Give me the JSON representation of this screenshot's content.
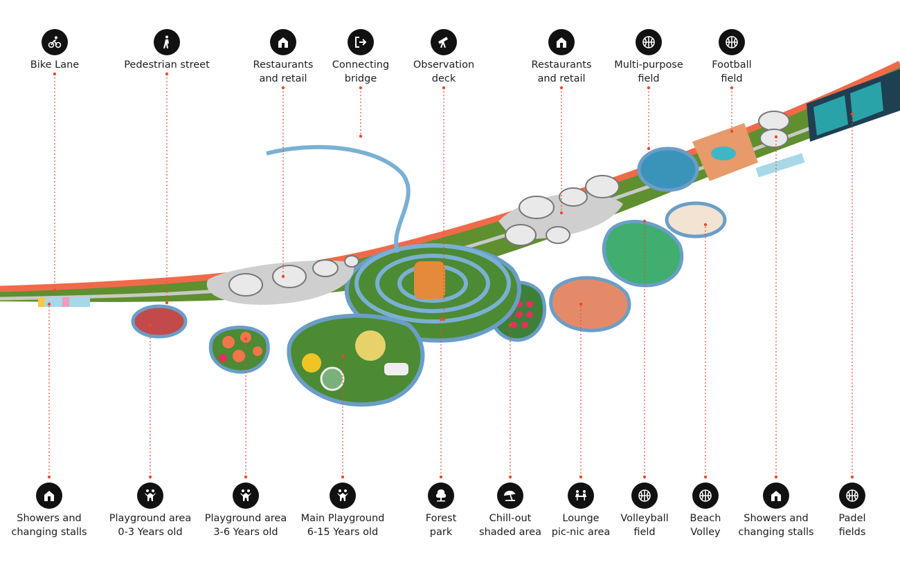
{
  "colors": {
    "accent": "#e84a2e",
    "path": "#f06a4a",
    "grass": "#5f8f2f",
    "boardwalk": "#6a9ec7",
    "water": "#4fb3d8",
    "icon": "#111111"
  },
  "top_labels": [
    {
      "id": "bike-lane",
      "icon": "bike-icon",
      "lines": [
        "Bike Lane"
      ]
    },
    {
      "id": "pedestrian-street",
      "icon": "pedestrian-icon",
      "lines": [
        "Pedestrian street"
      ]
    },
    {
      "id": "restaurants-retail-1",
      "icon": "house-icon",
      "lines": [
        "Restaurants",
        "and retail"
      ]
    },
    {
      "id": "connecting-bridge",
      "icon": "exit-arrow-icon",
      "lines": [
        "Connecting",
        "bridge"
      ]
    },
    {
      "id": "observation-deck",
      "icon": "telescope-icon",
      "lines": [
        "Observation",
        "deck"
      ]
    },
    {
      "id": "restaurants-retail-2",
      "icon": "house-icon",
      "lines": [
        "Restaurants",
        "and retail"
      ]
    },
    {
      "id": "multi-purpose-field",
      "icon": "ball-icon",
      "lines": [
        "Multi-purpose",
        "field"
      ]
    },
    {
      "id": "football-field",
      "icon": "ball-icon",
      "lines": [
        "Football",
        "field"
      ]
    }
  ],
  "bottom_labels": [
    {
      "id": "showers-1",
      "icon": "house-icon",
      "lines": [
        "Showers and",
        "changing stalls"
      ]
    },
    {
      "id": "playground-0-3",
      "icon": "children-icon",
      "lines": [
        "Playground area",
        "0-3 Years old"
      ]
    },
    {
      "id": "playground-3-6",
      "icon": "children-icon",
      "lines": [
        "Playground area",
        "3-6 Years old"
      ]
    },
    {
      "id": "main-playground",
      "icon": "children-icon",
      "lines": [
        "Main Playground",
        "6-15 Years old"
      ]
    },
    {
      "id": "forest-park",
      "icon": "tree-icon",
      "lines": [
        "Forest",
        "park"
      ]
    },
    {
      "id": "chill-out",
      "icon": "umbrella-icon",
      "lines": [
        "Chill-out",
        "shaded area"
      ]
    },
    {
      "id": "lounge-picnic",
      "icon": "picnic-icon",
      "lines": [
        "Lounge",
        "pic-nic area"
      ]
    },
    {
      "id": "volleyball",
      "icon": "ball-icon",
      "lines": [
        "Volleyball",
        "field"
      ]
    },
    {
      "id": "beach-volley",
      "icon": "ball-icon",
      "lines": [
        "Beach",
        "Volley"
      ]
    },
    {
      "id": "showers-2",
      "icon": "house-icon",
      "lines": [
        "Showers and",
        "changing stalls"
      ]
    },
    {
      "id": "padel",
      "icon": "ball-icon",
      "lines": [
        "Padel",
        "fields"
      ]
    }
  ]
}
